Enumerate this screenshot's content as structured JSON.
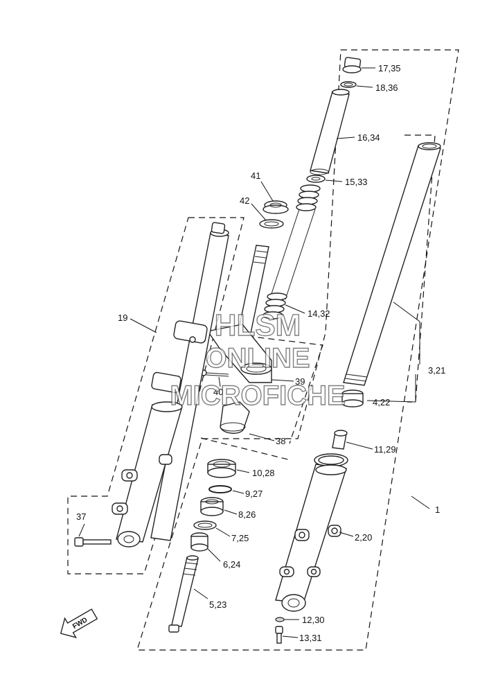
{
  "labels": {
    "l_17_35": "17,35",
    "l_18_36": "18,36",
    "l_16_34": "16,34",
    "l_15_33": "15,33",
    "l_41": "41",
    "l_42": "42",
    "l_14_32": "14,32",
    "l_19": "19",
    "l_3_21": "3,21",
    "l_39": "39",
    "l_40": "40",
    "l_4_22": "4,22",
    "l_38": "38",
    "l_11_29": "11,29",
    "l_10_28": "10,28",
    "l_9_27": "9,27",
    "l_1": "1",
    "l_37": "37",
    "l_8_26": "8,26",
    "l_2_20": "2,20",
    "l_7_25": "7,25",
    "l_6_24": "6,24",
    "l_5_23": "5,23",
    "l_12_30": "12,30",
    "l_13_31": "13,31"
  },
  "watermark": {
    "line1": "HLSM",
    "line2": "ONLINE",
    "line3": "MICROFICHE"
  },
  "fwd_label": "FWD"
}
